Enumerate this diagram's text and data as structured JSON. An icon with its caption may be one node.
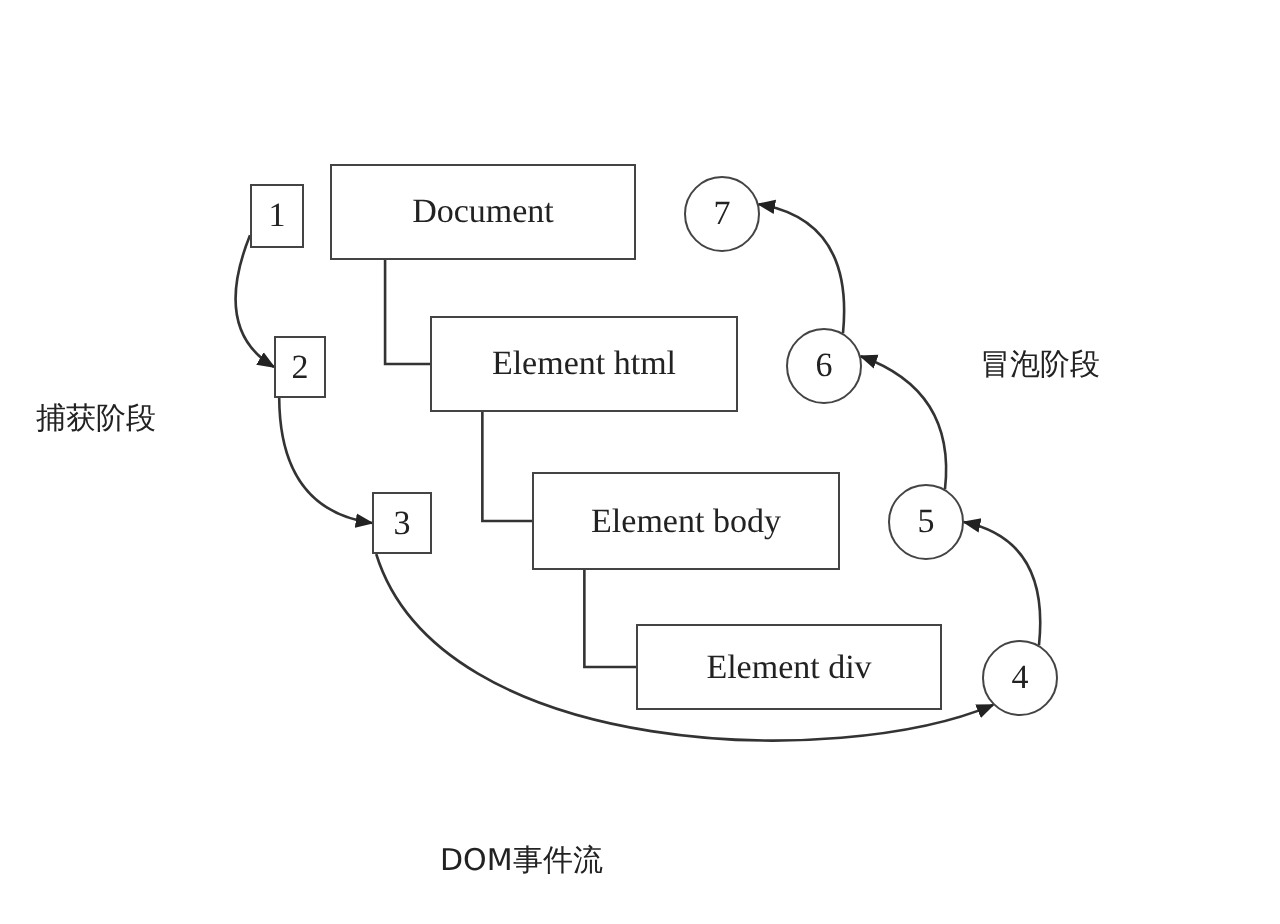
{
  "diagram": {
    "caption": "DOM事件流",
    "nodes": [
      {
        "text": [
          "Document"
        ]
      },
      {
        "text": [
          "1"
        ]
      },
      {
        "text": [
          "Element html"
        ]
      },
      {
        "text": [
          "2"
        ]
      },
      {
        "text": [
          "Element body"
        ]
      },
      {
        "text": [
          "3"
        ]
      },
      {
        "text": [
          "Element div"
        ]
      },
      {
        "text": [
          "4"
        ]
      },
      {
        "text": [
          "5"
        ]
      },
      {
        "text": [
          "6"
        ]
      },
      {
        "text": [
          "7"
        ]
      }
    ],
    "edges": [
      {
        "from": 0,
        "to": 2,
        "arrow": "none"
      },
      {
        "from": 2,
        "to": 4,
        "arrow": "none"
      },
      {
        "from": 4,
        "to": 6,
        "arrow": "none"
      },
      {
        "from": 1,
        "to": 3,
        "arrow": "to"
      },
      {
        "from": 3,
        "to": 5,
        "arrow": "to"
      },
      {
        "from": 5,
        "to": 7,
        "arrow": "to"
      },
      {
        "from": 7,
        "to": 8,
        "arrow": "to"
      },
      {
        "from": 8,
        "to": 9,
        "arrow": "to"
      },
      {
        "from": 9,
        "to": 10,
        "arrow": "to"
      }
    ],
    "labels": [
      "捕获阶段",
      "冒泡阶段"
    ]
  }
}
